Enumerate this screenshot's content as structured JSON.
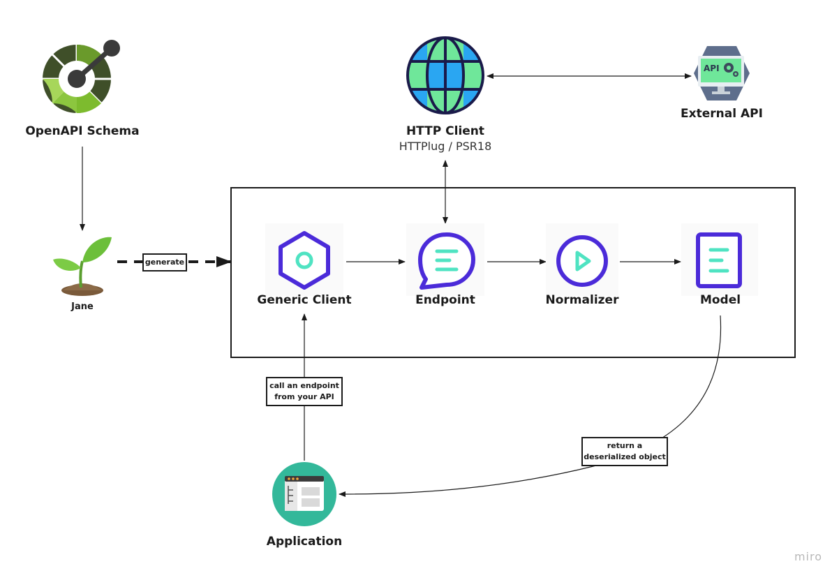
{
  "nodes": {
    "openapi": {
      "label": "OpenAPI Schema"
    },
    "jane": {
      "label": "Jane"
    },
    "http_client": {
      "label": "HTTP Client",
      "sublabel": "HTTPlug / PSR18"
    },
    "external_api": {
      "label": "External API",
      "icon_text": "API"
    },
    "generic_client": {
      "label": "Generic Client"
    },
    "endpoint": {
      "label": "Endpoint"
    },
    "normalizer": {
      "label": "Normalizer"
    },
    "model": {
      "label": "Model"
    },
    "application": {
      "label": "Application"
    }
  },
  "edge_labels": {
    "generate": "generate",
    "call_endpoint": "call an endpoint\nfrom your API",
    "return_object": "return a\ndeserialized object"
  },
  "watermark": "miro",
  "colors": {
    "purple": "#4B2BD9",
    "teal": "#4FE3C2",
    "globe_blue": "#2AA6F2",
    "globe_green": "#6FE79A",
    "openapi_dark": "#3F4F29",
    "openapi_light": "#8CC63F",
    "app_teal": "#33B89A"
  }
}
